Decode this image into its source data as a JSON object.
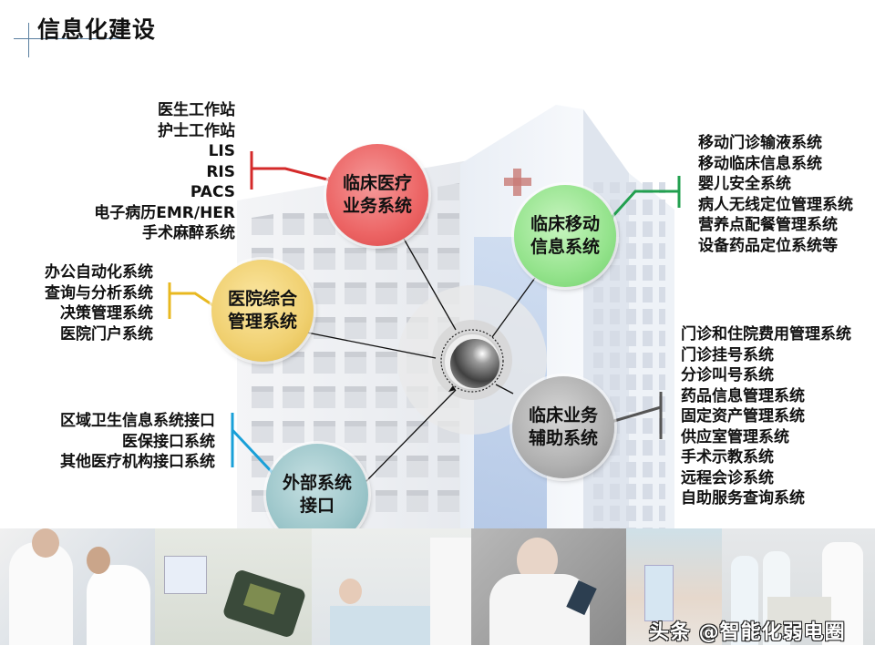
{
  "header": {
    "title": "信息化建设"
  },
  "colors": {
    "clinical_red": "#e8504f",
    "mobile_green": "#20a050",
    "admin_yellow": "#e8c030",
    "external_blue": "#1aa0d8",
    "aux_gray": "#555555"
  },
  "center": {
    "icon": "sphere-hub-icon"
  },
  "nodes": {
    "clinical": {
      "line1": "临床医疗",
      "line2": "业务系统"
    },
    "mobile": {
      "line1": "临床移动",
      "line2": "信息系统"
    },
    "admin": {
      "line1": "医院综合",
      "line2": "管理系统"
    },
    "auxiliary": {
      "line1": "临床业务",
      "line2": "辅助系统"
    },
    "external": {
      "line1": "外部系统",
      "line2": "接口"
    }
  },
  "lists": {
    "clinical": [
      "医生工作站",
      "护士工作站",
      "LIS",
      "RIS",
      "PACS",
      "电子病历EMR/HER",
      "手术麻醉系统"
    ],
    "mobile": [
      "移动门诊输液系统",
      "移动临床信息系统",
      "婴儿安全系统",
      "病人无线定位管理系统",
      "营养点配餐管理系统",
      "设备药品定位系统等"
    ],
    "admin": [
      "办公自动化系统",
      "查询与分析系统",
      "决策管理系统",
      "医院门户系统"
    ],
    "auxiliary": [
      "门诊和住院费用管理系统",
      "门诊挂号系统",
      "分诊叫号系统",
      "药品信息管理系统",
      "固定资产管理系统",
      "供应室管理系统",
      "手术示教系统",
      "远程会诊系统",
      "自助服务查询系统"
    ],
    "external": [
      "区域卫生信息系统接口",
      "医保接口系统",
      "其他医疗机构接口系统"
    ]
  },
  "photos": [
    "doctors-with-tablet",
    "pharmacy-barcode-scanner",
    "nurse-with-patient",
    "doctor-with-pda",
    "patient-wristband",
    "ward-round-team"
  ],
  "watermark": "头条 @智能化弱电圈"
}
